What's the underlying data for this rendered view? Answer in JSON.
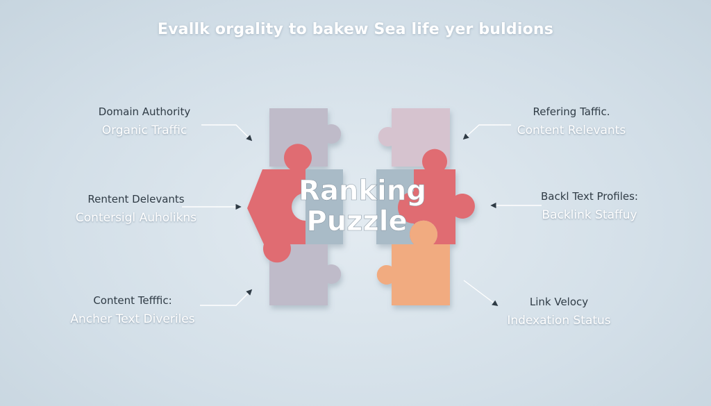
{
  "headline": "Evallk orgality to bakew Sea life yer buldions",
  "center": {
    "line1": "Ranking",
    "line2": "Puzzle"
  },
  "labels": {
    "top_left": {
      "line1": "Domain Authority",
      "line2": "Organic Traffic"
    },
    "middle_left": {
      "line1": "Rentent Delevants",
      "line2": "Contersigl Auholikns"
    },
    "bottom_left": {
      "line1": "Content Tefffic:",
      "line2": "Ancher Text Diveriles"
    },
    "top_right": {
      "line1": "Refering Taffic.",
      "line2": "Content Relevants"
    },
    "middle_right": {
      "line1": "Backl Text Profiles:",
      "line2": "Backlink Staffuy"
    },
    "bottom_right": {
      "line1": "Link Velocy",
      "line2": "Indexation Status"
    }
  },
  "colors": {
    "lavender": "#bfbbc9",
    "mauve": "#d6c3cf",
    "coral": "#e06c72",
    "slate": "#a9bbc7",
    "peach": "#f1ab80",
    "connector": "#ffffff"
  }
}
